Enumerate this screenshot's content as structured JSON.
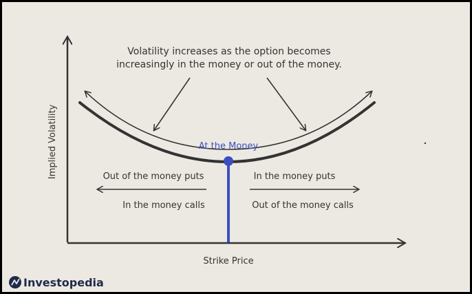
{
  "diagram": {
    "annotation_line1": "Volatility increases as the option becomes",
    "annotation_line2": "increasingly in the money or out of the money.",
    "atm_label": "At the Money",
    "left_top": "Out of the money puts",
    "left_bottom": "In the money calls",
    "right_top": "In the money puts",
    "right_bottom": "Out of the money calls",
    "y_axis_label": "Implied Volatility",
    "x_axis_label": "Strike Price"
  },
  "brand": {
    "name": "Investopedia"
  },
  "colors": {
    "accent": "#3a4fc0",
    "ink": "#333333",
    "background": "#ece9e2"
  }
}
